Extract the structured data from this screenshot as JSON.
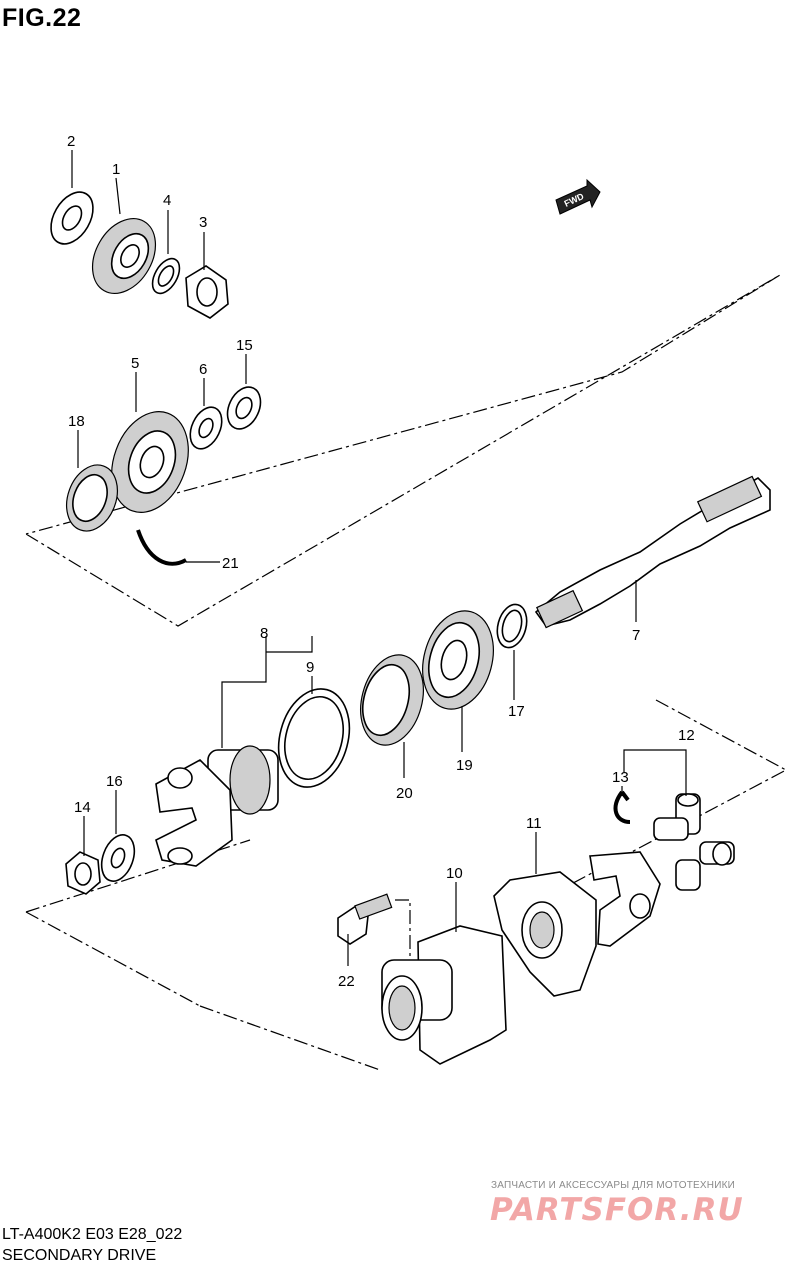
{
  "figure": {
    "title": "FIG.22",
    "code": "LT-A400K2 E03 E28_022",
    "name": "SECONDARY DRIVE",
    "fwd_label": "FWD"
  },
  "callouts": [
    "1",
    "2",
    "3",
    "4",
    "5",
    "6",
    "7",
    "8",
    "9",
    "10",
    "11",
    "12",
    "13",
    "14",
    "15",
    "16",
    "17",
    "18",
    "19",
    "20",
    "21",
    "22"
  ],
  "watermark": {
    "tagline": "ЗАПЧАСТИ И АКСЕССУАРЫ ДЛЯ МОТОТЕХНИКИ",
    "logo": "PARTSFOR.RU"
  }
}
